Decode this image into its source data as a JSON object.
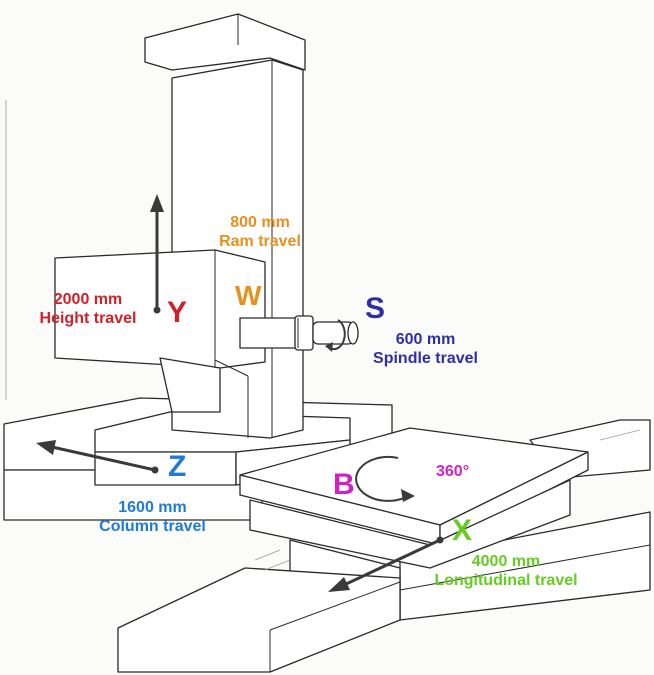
{
  "colors": {
    "y": "#d0202a",
    "w": "#e8901e",
    "s": "#2e2ea8",
    "z": "#1f7bd8",
    "b": "#d020c8",
    "x": "#66cc22",
    "line": "#2a2a2a",
    "arrow": "#3a3a3a"
  },
  "axes": {
    "y": {
      "letter": "Y",
      "value": "2000 mm",
      "label": "Height travel"
    },
    "w": {
      "letter": "W",
      "value": "800 mm",
      "label": "Ram travel"
    },
    "s": {
      "letter": "S",
      "value": "600 mm",
      "label": "Spindle travel"
    },
    "z": {
      "letter": "Z",
      "value": "1600 mm",
      "label": "Column travel"
    },
    "b": {
      "letter": "B",
      "value": "360°"
    },
    "x": {
      "letter": "X",
      "value": "4000 mm",
      "label": "Longitudinal travel"
    }
  }
}
